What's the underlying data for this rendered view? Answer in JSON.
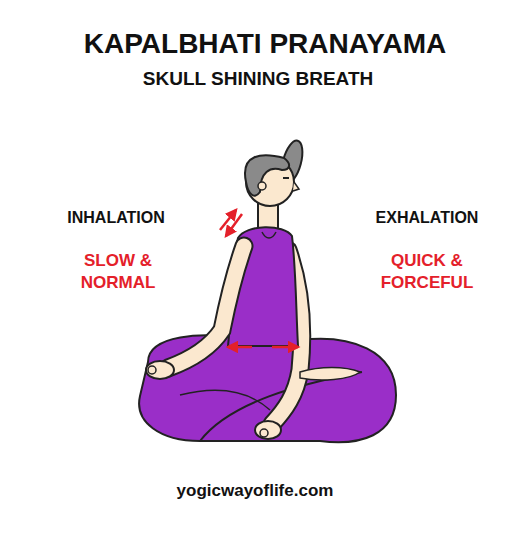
{
  "diagram": {
    "title": "KAPALBHATI PRANAYAMA",
    "labels": [
      "SKULL SHINING BREATH",
      "INHALATION",
      "SLOW & NORMAL",
      "EXHALATION",
      "QUICK & FORCEFUL",
      "yogicwayoflife.com"
    ]
  }
}
